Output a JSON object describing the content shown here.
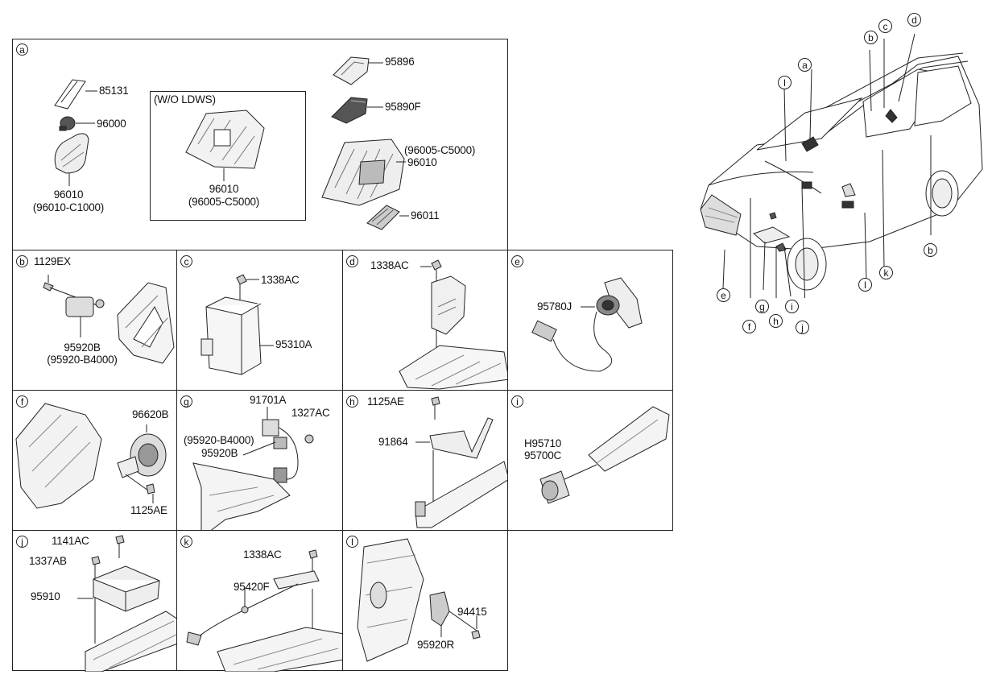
{
  "panels": {
    "a": {
      "letter": "a",
      "labels": {
        "p85131": "85131",
        "p96000": "96000",
        "p96010_left": "96010",
        "p96010_left_alt": "(96010-C1000)",
        "wo_ldws": "(W/O LDWS)",
        "p96010_mid": "96010",
        "p96010_mid_alt": "(96005-C5000)",
        "p95896": "95896",
        "p95890F": "95890F",
        "p96005_right": "(96005-C5000)",
        "p96010_right": "96010",
        "p96011": "96011"
      }
    },
    "b": {
      "letter": "b",
      "labels": {
        "p1129EX": "1129EX",
        "p95920B": "95920B",
        "p95920B_alt": "(95920-B4000)"
      }
    },
    "c": {
      "letter": "c",
      "labels": {
        "p1338AC": "1338AC",
        "p95310A": "95310A"
      }
    },
    "d": {
      "letter": "d",
      "labels": {
        "p1338AC": "1338AC"
      }
    },
    "e": {
      "letter": "e",
      "labels": {
        "p95780J": "95780J"
      }
    },
    "f": {
      "letter": "f",
      "labels": {
        "p96620B": "96620B",
        "p1125AE": "1125AE"
      }
    },
    "g": {
      "letter": "g",
      "labels": {
        "p91701A": "91701A",
        "p1327AC": "1327AC",
        "p95920B_alt": "(95920-B4000)",
        "p95920B": "95920B"
      }
    },
    "h": {
      "letter": "h",
      "labels": {
        "p1125AE": "1125AE",
        "p91864": "91864"
      }
    },
    "i": {
      "letter": "i",
      "labels": {
        "pH95710": "H95710",
        "p95700C": "95700C"
      }
    },
    "j": {
      "letter": "j",
      "labels": {
        "p1141AC": "1141AC",
        "p1337AB": "1337AB",
        "p95910": "95910"
      }
    },
    "k": {
      "letter": "k",
      "labels": {
        "p1338AC": "1338AC",
        "p95420F": "95420F"
      }
    },
    "l": {
      "letter": "l",
      "labels": {
        "p94415": "94415",
        "p95920R": "95920R"
      }
    }
  },
  "vehicle_callouts": [
    "a",
    "b",
    "c",
    "d",
    "l",
    "b",
    "e",
    "f",
    "g",
    "h",
    "i",
    "j",
    "k",
    "l"
  ]
}
